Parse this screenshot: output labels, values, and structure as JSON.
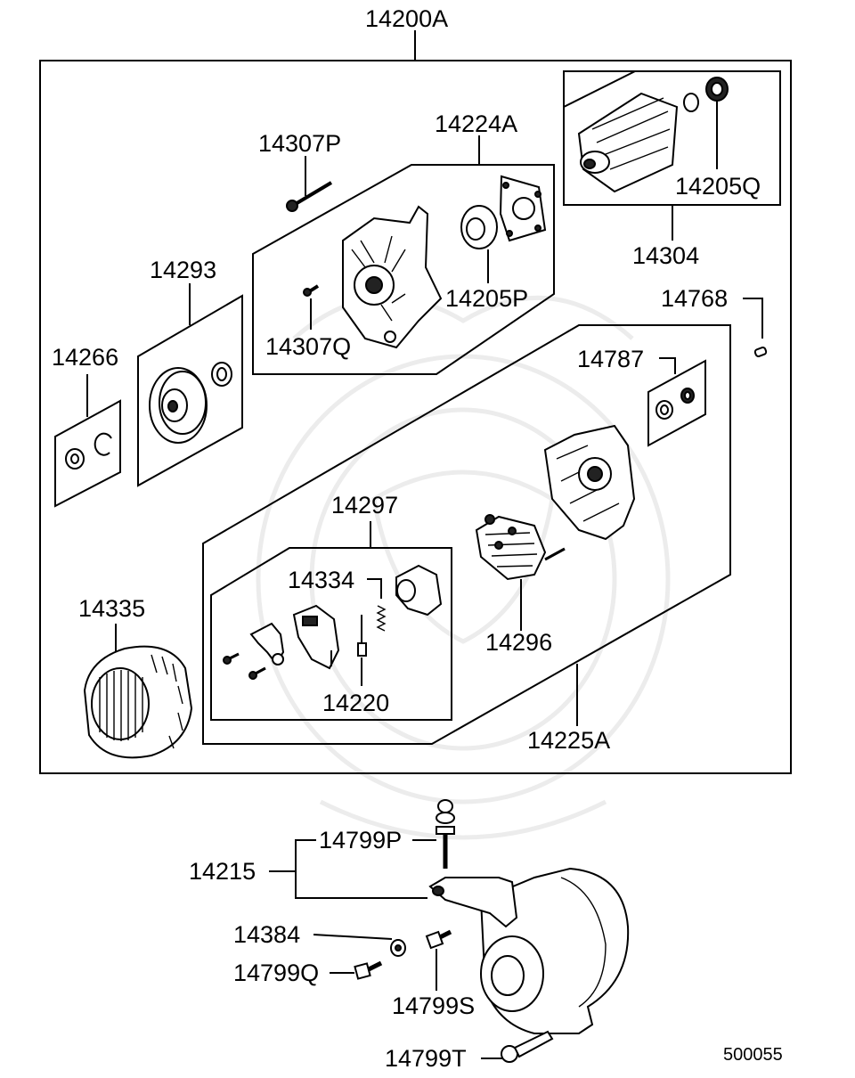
{
  "diagram": {
    "labels": {
      "l14200A": "14200A",
      "l14307P": "14307P",
      "l14224A": "14224A",
      "l14205Q": "14205Q",
      "l14304": "14304",
      "l14293": "14293",
      "l14205P": "14205P",
      "l14768": "14768",
      "l14307Q": "14307Q",
      "l14266": "14266",
      "l14787": "14787",
      "l14297": "14297",
      "l14335": "14335",
      "l14334": "14334",
      "l14296": "14296",
      "l14220": "14220",
      "l14225A": "14225A",
      "l14799P": "14799P",
      "l14215": "14215",
      "l14384": "14384",
      "l14799Q": "14799Q",
      "l14799S": "14799S",
      "l14799T": "14799T"
    },
    "diagram_code": "500055"
  }
}
